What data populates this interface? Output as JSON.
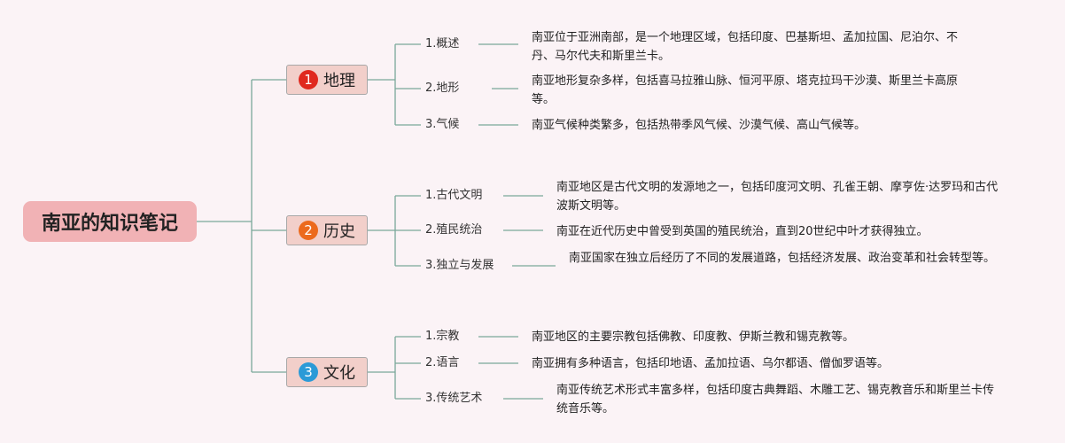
{
  "root": {
    "title": "南亚的知识笔记"
  },
  "branches": [
    {
      "num": "1",
      "label": "地理",
      "badge_color": "#e0281e",
      "items": [
        {
          "label": "1.概述",
          "desc": "南亚位于亚洲南部，是一个地理区域，包括印度、巴基斯坦、孟加拉国、尼泊尔、不丹、马尔代夫和斯里兰卡。"
        },
        {
          "label": "2.地形",
          "desc": "南亚地形复杂多样，包括喜马拉雅山脉、恒河平原、塔克拉玛干沙漠、斯里兰卡高原等。"
        },
        {
          "label": "3.气候",
          "desc": "南亚气候种类繁多，包括热带季风气候、沙漠气候、高山气候等。"
        }
      ]
    },
    {
      "num": "2",
      "label": "历史",
      "badge_color": "#ec6a1d",
      "items": [
        {
          "label": "1.古代文明",
          "desc": "南亚地区是古代文明的发源地之一，包括印度河文明、孔雀王朝、摩亨佐·达罗玛和古代波斯文明等。"
        },
        {
          "label": "2.殖民统治",
          "desc": "南亚在近代历史中曾受到英国的殖民统治，直到20世纪中叶才获得独立。"
        },
        {
          "label": "3.独立与发展",
          "desc": "南亚国家在独立后经历了不同的发展道路，包括经济发展、政治变革和社会转型等。"
        }
      ]
    },
    {
      "num": "3",
      "label": "文化",
      "badge_color": "#2b9ad7",
      "items": [
        {
          "label": "1.宗教",
          "desc": "南亚地区的主要宗教包括佛教、印度教、伊斯兰教和锡克教等。"
        },
        {
          "label": "2.语言",
          "desc": "南亚拥有多种语言，包括印地语、孟加拉语、乌尔都语、僧伽罗语等。"
        },
        {
          "label": "3.传统艺术",
          "desc": "南亚传统艺术形式丰富多样，包括印度古典舞蹈、木雕工艺、锡克教音乐和斯里兰卡传统音乐等。"
        }
      ]
    }
  ],
  "colors": {
    "line": "#7aa89a",
    "root_fill": "#f1b2b5",
    "branch_fill": "#f2cfca"
  }
}
